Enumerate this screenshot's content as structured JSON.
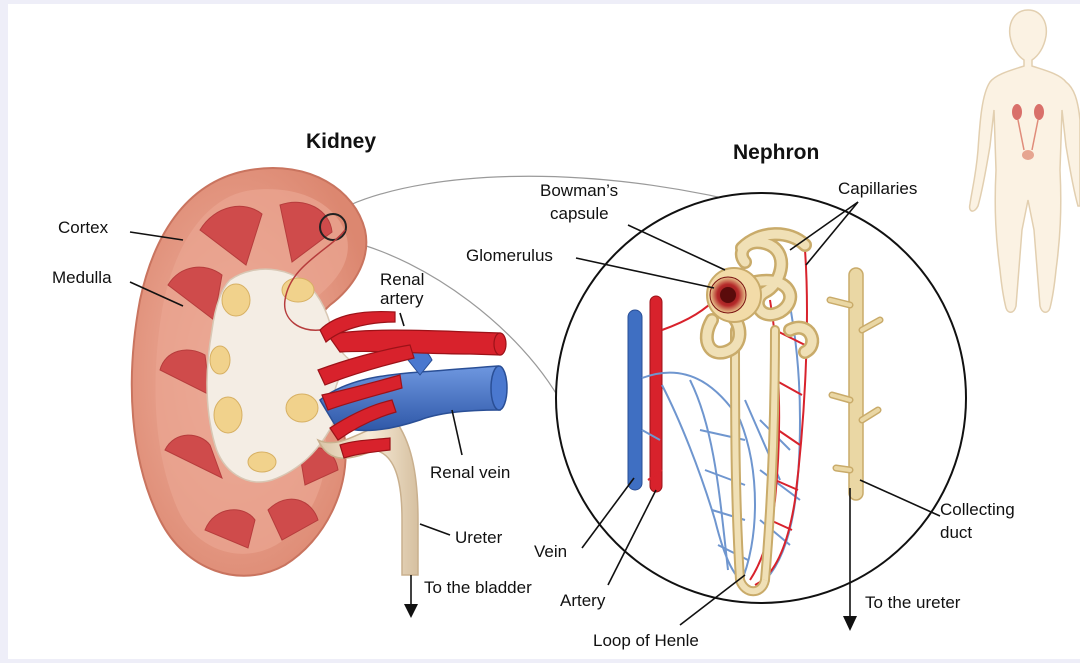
{
  "titles": {
    "kidney": "Kidney",
    "nephron": "Nephron"
  },
  "labels": {
    "cortex": "Cortex",
    "medulla": "Medulla",
    "renal_artery_1": "Renal",
    "renal_artery_2": "artery",
    "renal_vein": "Renal vein",
    "ureter": "Ureter",
    "to_bladder": "To the bladder",
    "bowmans_1": "Bowman’s",
    "bowmans_2": "capsule",
    "glomerulus": "Glomerulus",
    "capillaries": "Capillaries",
    "vein": "Vein",
    "artery": "Artery",
    "loop_of_henle": "Loop of Henle",
    "collecting_1": "Collecting",
    "collecting_2": "duct",
    "to_ureter": "To the ureter"
  },
  "colors": {
    "background": "#eeeef8",
    "cortex": "#e59a86",
    "medulla_pyramid": "#cf4b4b",
    "pelvis": "#f4ede4",
    "fat": "#f1d28c",
    "artery": "#d8222c",
    "vein": "#3f6fc2",
    "ureter": "#f0e2cc",
    "tubule": "#ead7a4"
  }
}
